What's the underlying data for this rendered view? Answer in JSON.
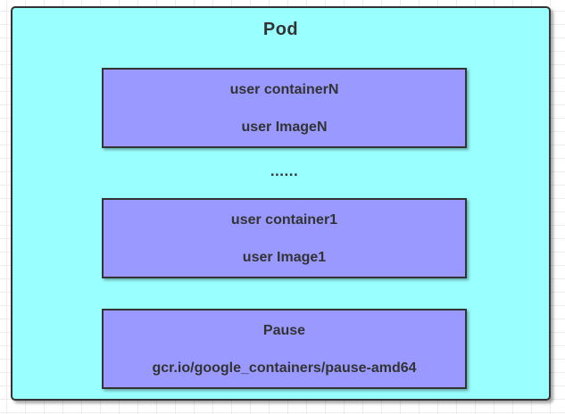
{
  "diagram": {
    "title": "Pod",
    "separator": "......",
    "containers": [
      {
        "name": "user containerN",
        "image": "user ImageN"
      },
      {
        "name": "user container1",
        "image": "user Image1"
      },
      {
        "name": "Pause",
        "image": "gcr.io/google_containers/pause-amd64"
      }
    ],
    "colors": {
      "canvas_bg": "#ffffff",
      "grid_line": "#ececec",
      "pod_fill": "#99ffff",
      "container_fill": "#9999ff",
      "border": "#333333",
      "text": "#333333"
    }
  }
}
